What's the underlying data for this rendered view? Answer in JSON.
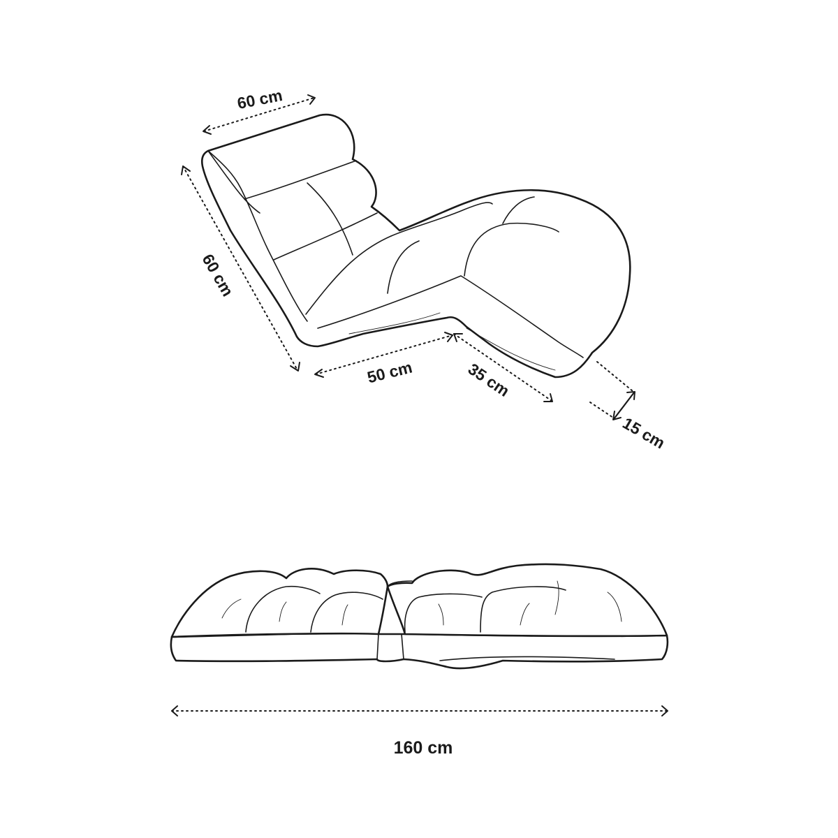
{
  "dimensions": {
    "top_width": "60 cm",
    "back_length": "60 cm",
    "seat_length": "50 cm",
    "leg_length": "35 cm",
    "thickness": "15 cm",
    "total_length": "160 cm"
  }
}
